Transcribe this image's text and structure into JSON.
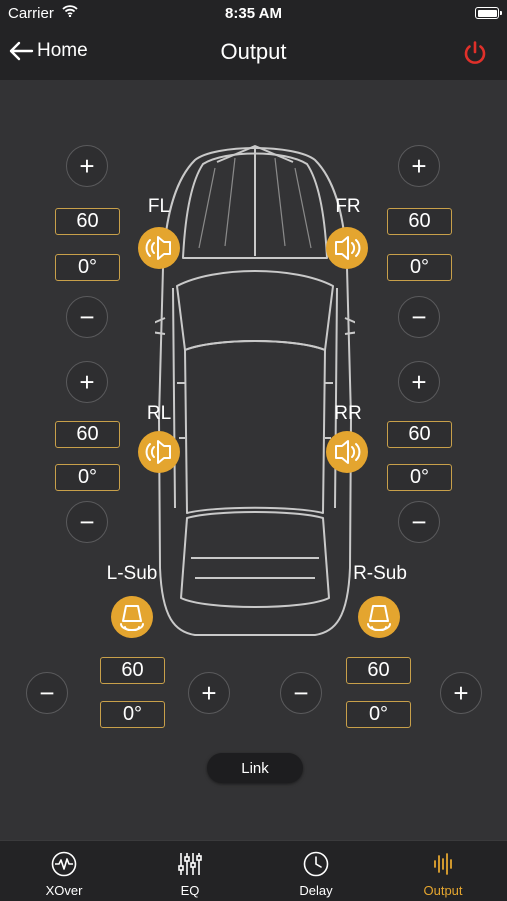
{
  "status_bar": {
    "carrier": "Carrier",
    "time": "8:35 AM"
  },
  "nav": {
    "back_label": "Home",
    "title": "Output"
  },
  "channels": {
    "fl": {
      "label": "FL",
      "value": "60",
      "phase": "0°"
    },
    "fr": {
      "label": "FR",
      "value": "60",
      "phase": "0°"
    },
    "rl": {
      "label": "RL",
      "value": "60",
      "phase": "0°"
    },
    "rr": {
      "label": "RR",
      "value": "60",
      "phase": "0°"
    },
    "lsub": {
      "label": "L-Sub",
      "value": "60",
      "phase": "0°"
    },
    "rsub": {
      "label": "R-Sub",
      "value": "60",
      "phase": "0°"
    }
  },
  "buttons": {
    "plus": "+",
    "minus": "−",
    "link": "Link"
  },
  "tabs": [
    {
      "label": "XOver",
      "icon": "waveform-circle-icon"
    },
    {
      "label": "EQ",
      "icon": "sliders-icon"
    },
    {
      "label": "Delay",
      "icon": "clock-icon"
    },
    {
      "label": "Output",
      "icon": "audio-bars-icon"
    }
  ],
  "colors": {
    "accent": "#e4a52f",
    "power": "#e0302a",
    "background": "#333335",
    "bar": "#232325"
  }
}
